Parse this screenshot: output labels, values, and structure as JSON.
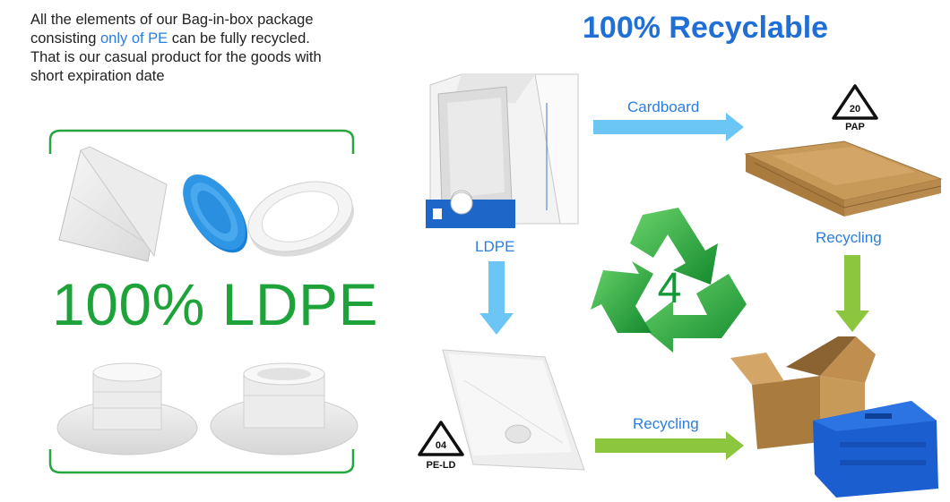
{
  "intro": {
    "line1": "All the elements of our Bag-in-box package",
    "line2_before": "consisting ",
    "line2_highlight": "only of PE",
    "line2_after": " can be fully recycled.",
    "line3": "That is our casual product for the goods with",
    "line4": "short expiration date"
  },
  "headline": "100% Recyclable",
  "components_label": "100% LDPE",
  "arrows": {
    "cardboard": "Cardboard",
    "ldpe": "LDPE",
    "recycling_top": "Recycling",
    "recycling_bottom": "Recycling"
  },
  "symbols": {
    "pap_number": "20",
    "pap_label": "PAP",
    "pe_number": "04",
    "pe_label": "PE-LD",
    "big_number": "4"
  },
  "colors": {
    "brand_blue": "#1f6fd6",
    "link_blue": "#2a7de1",
    "green_text": "#1ea33a",
    "arrow_blue": "#6cc6f5",
    "arrow_green": "#8cc63f"
  }
}
